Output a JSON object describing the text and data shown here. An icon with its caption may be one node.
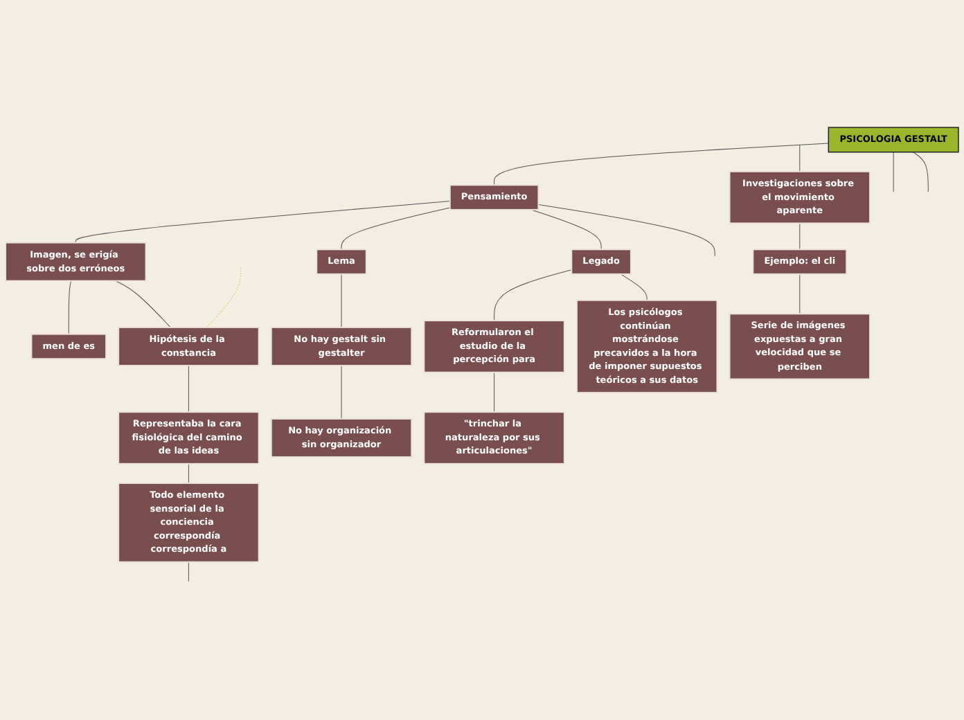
{
  "diagram": {
    "nodes": [
      {
        "text": [
          "PSICOLOGIA GESTALT"
        ]
      },
      {
        "text": [
          "Pensamiento"
        ]
      },
      {
        "text": [
          "Imagen, se erigía sobre dos erróneos"
        ]
      },
      {
        "text": [
          "men de es"
        ]
      },
      {
        "text": [
          "Hipótesis de la constancia"
        ]
      },
      {
        "text": [
          "Representaba la cara fisiológica del camino de las ideas"
        ]
      },
      {
        "text": [
          "Todo elemento sensorial de la conciencia correspondía correspondía a"
        ]
      },
      {
        "text": [
          "Lema"
        ]
      },
      {
        "text": [
          "No hay gestalt sin gestalter"
        ]
      },
      {
        "text": [
          "No hay organización sin organizador"
        ]
      },
      {
        "text": [
          "Legado"
        ]
      },
      {
        "text": [
          "Reformularon el estudio de la percepción para"
        ]
      },
      {
        "text": [
          "\"trinchar la naturaleza por sus articulaciones\""
        ]
      },
      {
        "text": [
          "Los psicólogos continúan mostrándose precavidos a la hora de imponer supuestos teóricos a sus datos"
        ]
      },
      {
        "text": [
          "Investigaciones sobre el movimiento aparente"
        ]
      },
      {
        "text": [
          "Ejemplo: el cli"
        ]
      },
      {
        "text": [
          "Serie de imágenes expuestas a gran velocidad que se perciben"
        ]
      }
    ],
    "edges": [
      {
        "from": 0,
        "to": null,
        "arrow": "none"
      },
      {
        "from": 0,
        "to": 1,
        "arrow": "none"
      },
      {
        "from": 0,
        "to": null,
        "arrow": "none"
      },
      {
        "from": 1,
        "to": null,
        "arrow": "none"
      },
      {
        "from": 1,
        "to": 2,
        "arrow": "none"
      },
      {
        "from": 1,
        "to": 7,
        "arrow": "none"
      },
      {
        "from": 1,
        "to": 10,
        "arrow": "none"
      },
      {
        "from": 2,
        "to": 3,
        "arrow": "none"
      },
      {
        "from": 2,
        "to": 4,
        "arrow": "none"
      },
      {
        "from": null,
        "to": 4,
        "arrow": "none",
        "style": "dashed",
        "color": "#f2c14e"
      },
      {
        "from": 4,
        "to": 5,
        "arrow": "none"
      },
      {
        "from": 5,
        "to": 6,
        "arrow": "none"
      },
      {
        "from": 6,
        "to": null,
        "arrow": "none"
      },
      {
        "from": 7,
        "to": 8,
        "arrow": "none"
      },
      {
        "from": 8,
        "to": 9,
        "arrow": "none"
      },
      {
        "from": 10,
        "to": 11,
        "arrow": "none"
      },
      {
        "from": 10,
        "to": 13,
        "arrow": "none"
      },
      {
        "from": 11,
        "to": 12,
        "arrow": "none"
      },
      {
        "from": null,
        "to": 14,
        "arrow": "none"
      },
      {
        "from": 14,
        "to": 15,
        "arrow": "none"
      },
      {
        "from": 15,
        "to": 16,
        "arrow": "none"
      }
    ]
  }
}
